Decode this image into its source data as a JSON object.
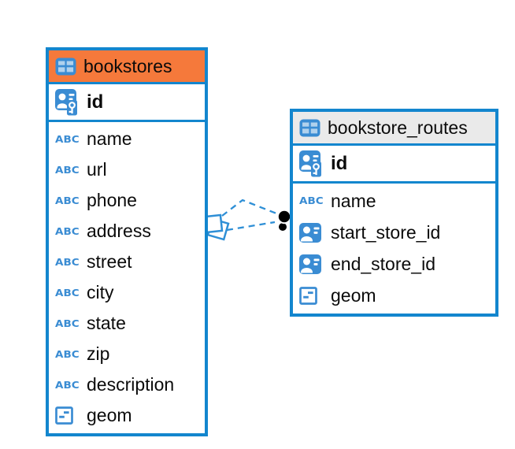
{
  "colors": {
    "accent_blue": "#1386CE",
    "icon_blue": "#3A8CD3",
    "relation_line_blue": "#2E8FD6",
    "bookstores_header_bg": "#F5793B",
    "bookstore_routes_header_bg": "#EAEAEA",
    "relation_dot": "#000000"
  },
  "icons": {
    "text_type_glyph": "ABC"
  },
  "tables": [
    {
      "name": "bookstores",
      "header_bg": "#F5793B",
      "key_columns": [
        {
          "label": "id",
          "type_icon": "primary-key-icon"
        }
      ],
      "columns": [
        {
          "label": "name",
          "type_icon": "text-type-icon"
        },
        {
          "label": "url",
          "type_icon": "text-type-icon"
        },
        {
          "label": "phone",
          "type_icon": "text-type-icon"
        },
        {
          "label": "address",
          "type_icon": "text-type-icon"
        },
        {
          "label": "street",
          "type_icon": "text-type-icon"
        },
        {
          "label": "city",
          "type_icon": "text-type-icon"
        },
        {
          "label": "state",
          "type_icon": "text-type-icon"
        },
        {
          "label": "zip",
          "type_icon": "text-type-icon"
        },
        {
          "label": "description",
          "type_icon": "text-type-icon"
        },
        {
          "label": "geom",
          "type_icon": "geometry-type-icon"
        }
      ]
    },
    {
      "name": "bookstore_routes",
      "header_bg": "#EAEAEA",
      "key_columns": [
        {
          "label": "id",
          "type_icon": "primary-key-icon"
        }
      ],
      "columns": [
        {
          "label": "name",
          "type_icon": "text-type-icon"
        },
        {
          "label": "start_store_id",
          "type_icon": "reference-type-icon"
        },
        {
          "label": "end_store_id",
          "type_icon": "reference-type-icon"
        },
        {
          "label": "geom",
          "type_icon": "geometry-type-icon"
        }
      ]
    }
  ],
  "relation": {
    "from_table": "bookstores",
    "to_table": "bookstore_routes",
    "style": "dashed",
    "line_count": 2
  }
}
